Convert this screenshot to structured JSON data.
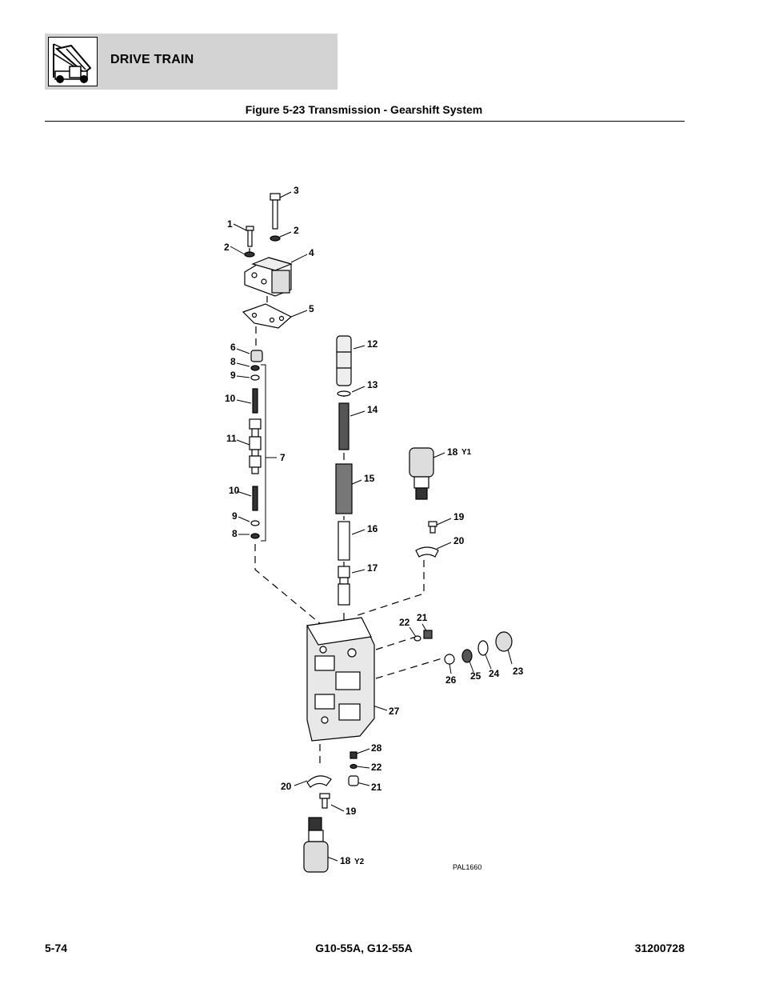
{
  "header": {
    "section_title": "DRIVE TRAIN",
    "icon": "drive-train-icon"
  },
  "figure": {
    "title": "Figure 5-23 Transmission - Gearshift System",
    "reference": "PAL1660"
  },
  "callouts": {
    "c1": "1",
    "c2a": "2",
    "c2b": "2",
    "c3": "3",
    "c4": "4",
    "c5": "5",
    "c6": "6",
    "c7": "7",
    "c8a": "8",
    "c8b": "8",
    "c9a": "9",
    "c9b": "9",
    "c10a": "10",
    "c10b": "10",
    "c11": "11",
    "c12": "12",
    "c13": "13",
    "c14": "14",
    "c15": "15",
    "c16": "16",
    "c17": "17",
    "c18a": "18",
    "c18b": "18",
    "y1": "Y1",
    "y2": "Y2",
    "c19a": "19",
    "c19b": "19",
    "c20a": "20",
    "c20b": "20",
    "c21a": "21",
    "c21b": "21",
    "c22a": "22",
    "c22b": "22",
    "c23": "23",
    "c24": "24",
    "c25": "25",
    "c26": "26",
    "c27": "27",
    "c28": "28"
  },
  "footer": {
    "page": "5-74",
    "models": "G10-55A, G12-55A",
    "doc_number": "31200728"
  }
}
